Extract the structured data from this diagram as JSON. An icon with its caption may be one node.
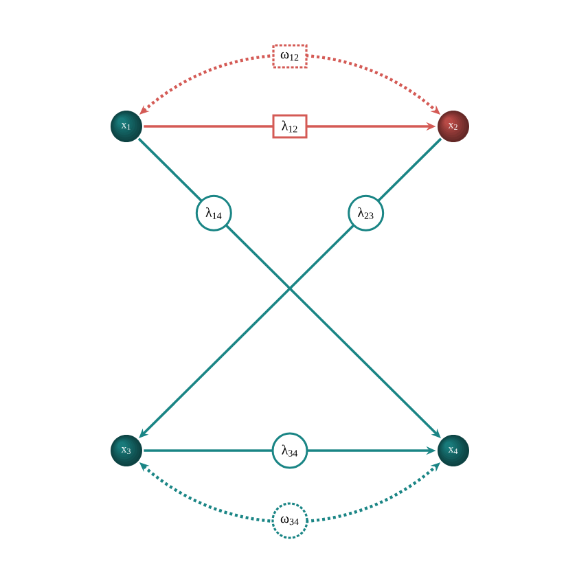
{
  "diagram": {
    "nodes": [
      {
        "text": [
          "x$_{1}$"
        ]
      },
      {
        "text": [
          "x$_{2}$"
        ]
      },
      {
        "text": [
          "x$_{3}$"
        ]
      },
      {
        "text": [
          "x$_{4}$"
        ]
      }
    ],
    "edges": [
      {
        "from": 0,
        "to": 1,
        "arrow": "to",
        "label": "λ$_{12}$",
        "color": "#d45a55"
      },
      {
        "from": 0,
        "to": 1,
        "arrow": "both",
        "label": "ω$_{12}$",
        "color": "#d45a55",
        "style": "dashed"
      },
      {
        "from": 0,
        "to": 3,
        "arrow": "to",
        "label": "λ$_{14}$"
      },
      {
        "from": 1,
        "to": 2,
        "arrow": "to",
        "label": "λ$_{23}$"
      },
      {
        "from": 2,
        "to": 3,
        "arrow": "to",
        "label": "λ$_{34}$"
      },
      {
        "from": 2,
        "to": 3,
        "arrow": "both",
        "label": "ω$_{34}$",
        "style": "dashed"
      }
    ]
  }
}
